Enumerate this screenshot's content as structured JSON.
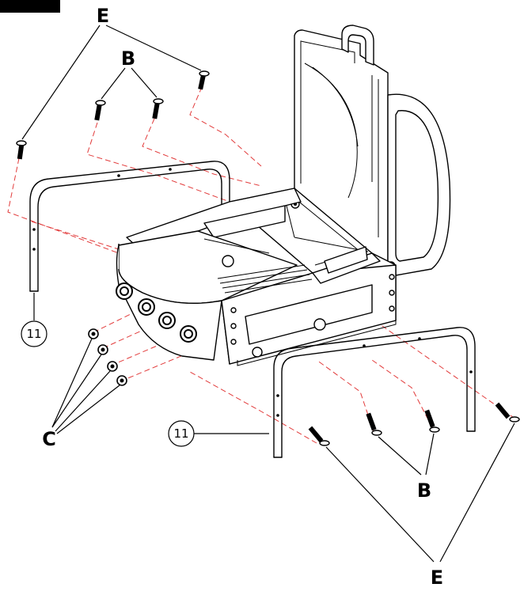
{
  "labels": {
    "e_top": "E",
    "b_top": "B",
    "c_left": "C",
    "b_bottom": "B",
    "e_bottom": "E",
    "part_11_left": "11",
    "part_11_right": "11"
  },
  "colors": {
    "line": "#000000",
    "dash": "#e23b3b",
    "background": "#ffffff",
    "corner_tab": "#000000"
  }
}
